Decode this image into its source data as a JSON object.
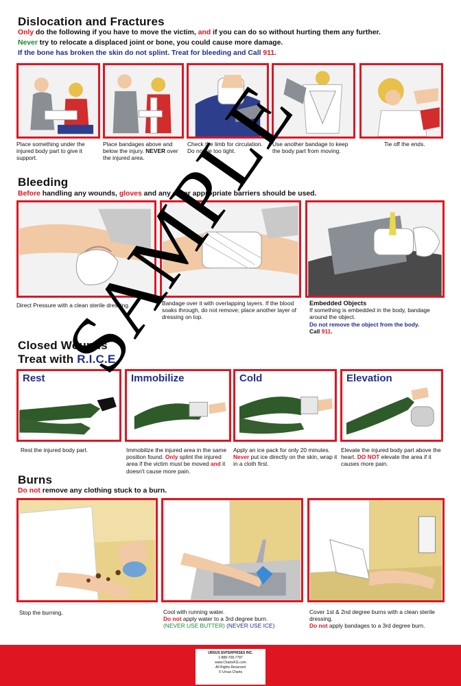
{
  "dislocation": {
    "title": "Dislocation and Fractures",
    "line1": [
      "Only",
      " do the following if you have to move the victim, ",
      "and",
      " if you can do so without hurting them any further."
    ],
    "line2": [
      "Never",
      " try to relocate a displaced joint or bone, you could cause more damage."
    ],
    "line3": [
      "If the bone has broken the skin do not splint. Treat for bleeding and Call ",
      "911",
      "."
    ],
    "captions": [
      "Place something under the injured body part to give it support.",
      "Place bandages above and below the injury.",
      "NEVER",
      " over the injured area.",
      "Check the limb for circulation. Do not tie too tight.",
      "Use another bandage to keep the body part from moving.",
      "Tie off the ends."
    ]
  },
  "bleeding": {
    "title": "Bleeding",
    "line1": [
      "Before",
      " handling any wounds, ",
      "gloves",
      " and any other appropriate barriers should be used."
    ],
    "caption1": "Direct Pressure with a clean sterile dressing.",
    "caption2": "Bandage over it with overlapping layers. If the blood soaks through, do not remove; place another layer of dressing on top.",
    "embedded_title": "Embedded Objects",
    "embedded_text": "If something is embedded in the body, bandage around the object.",
    "embedded_blue": "Do not remove the object from the body.",
    "embedded_call": "Call ",
    "embedded_911": "911",
    "embedded_end": "."
  },
  "closed": {
    "title1": "Closed Wounds",
    "title2": "Treat with ",
    "title2_blue": "R.I.C.E.",
    "rest": "Rest",
    "immobilize": "Immobilize",
    "cold": "Cold",
    "elevation": "Elevation",
    "rest_caption": "Rest the injured body part.",
    "immob_caption1": "Immobilize the injured area in the same position found. ",
    "immob_only": "Only",
    "immob_caption2": " splint the injured area if the victim must be moved ",
    "immob_and": "and",
    "immob_caption3": " it doesn't cause more pain.",
    "cold_caption1": "Apply an ice pack for only 20 minutes. ",
    "cold_never": "Never",
    "cold_caption2": " put ice directly on the skin, wrap it in a cloth first.",
    "elev_caption1": "Elevate the injured body part above the heart. ",
    "elev_donot": "DO NOT",
    "elev_caption2": " elevate the area if it causes more pain."
  },
  "burns": {
    "title": "Burns",
    "line1": [
      "Do not",
      " remove any clothing stuck to a burn."
    ],
    "caption1": "Stop the burning.",
    "caption2": "Cool with running water.",
    "caption2_donot": "Do not",
    "caption2_rest": " apply water to a 3rd degree burn.",
    "caption2_butter": "(NEVER USE BUTTER)",
    "caption2_ice": "(NEVER USE ICE)",
    "caption3": "Cover 1st & 2nd degree burns with a clean sterile dressing.",
    "caption3_donot": "Do not",
    "caption3_rest": " apply bandages to a 3rd degree burn."
  },
  "watermark": "SAMPLE",
  "footer": {
    "company": "URSUS ENTERPRISES INC.",
    "phone": "1-888-708-7787",
    "web": "www.Charts411.com",
    "rights": "All Rights Reserved",
    "copyright": "© Ursus Charts"
  },
  "colors": {
    "accent_red": "#e01522",
    "text_blue": "#1f2e8c",
    "text_green": "#1a8a2a"
  }
}
